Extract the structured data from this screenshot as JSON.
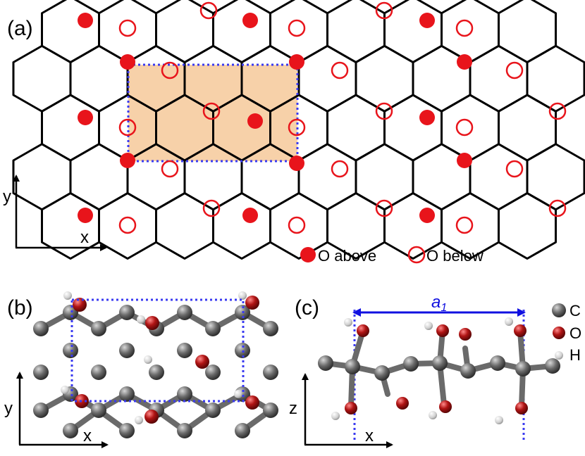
{
  "panels": {
    "a": {
      "label": "(a)",
      "axis_x": "x",
      "axis_y": "y",
      "legend": {
        "above": "O above",
        "below": "O below"
      }
    },
    "b": {
      "label": "(b)",
      "axis_x": "x",
      "axis_y": "y"
    },
    "c": {
      "label": "(c)",
      "axis_x": "x",
      "axis_z": "z",
      "dimension": "a1",
      "legend": {
        "c": "C",
        "o": "O",
        "h": "H"
      }
    }
  },
  "colors": {
    "oxygen_red": "#e8141b",
    "bond": "#000000",
    "cell_fill": "#f6c99a",
    "cell_border": "#3a3af0",
    "carbon": "#5a5a5a",
    "oxygen_ball": "#9b0f0f",
    "hydrogen": "#e6e6e6"
  }
}
